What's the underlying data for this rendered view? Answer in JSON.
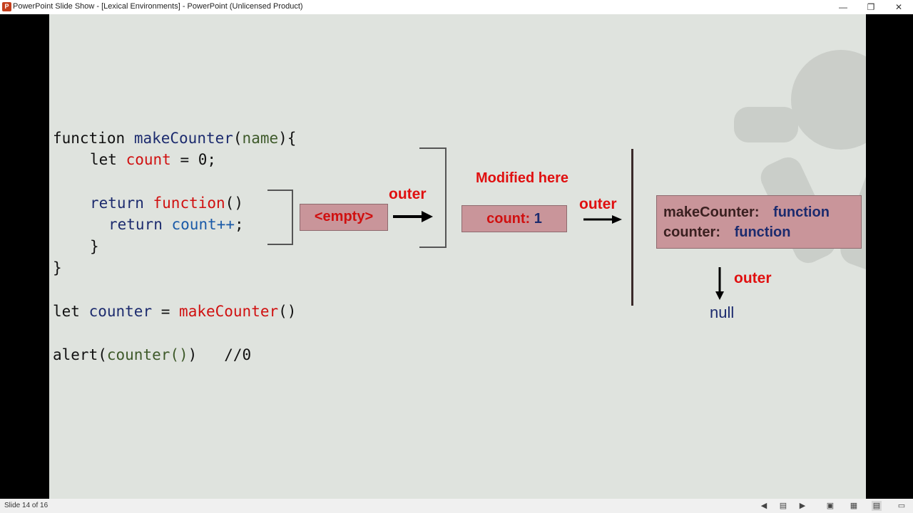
{
  "window": {
    "title": "PowerPoint Slide Show - [Lexical Environments] - PowerPoint (Unlicensed Product)",
    "minimize": "—",
    "restore": "❐",
    "close": "✕"
  },
  "code": {
    "line1": {
      "kw": "function",
      "fn": "makeCounter",
      "p1": "(",
      "arg": "name",
      "p2": "){"
    },
    "line2": {
      "kw": "let",
      "var": "count",
      "rest": " = 0;"
    },
    "line3": {
      "kw": "return",
      "fn": "function",
      "rest": "()"
    },
    "line4": {
      "kw": "return",
      "var": "count++",
      "rest": ";"
    },
    "line5": "}",
    "line6": "}",
    "line7": {
      "kw": "let",
      "var": "counter",
      "eq": " = ",
      "fn": "makeCounter",
      "rest": "()"
    },
    "line8": {
      "fn": "alert",
      "p1": "(",
      "arg": "counter()",
      "p2": ")",
      "comment": "//0"
    }
  },
  "diagram": {
    "empty_box": "<empty>",
    "outer_1": "outer",
    "modified_label": "Modified here",
    "count_key": "count:",
    "count_value": "1",
    "outer_2": "outer",
    "global_row1_key": "makeCounter:",
    "global_row1_value": "function",
    "global_row2_key": "counter:",
    "global_row2_value": "function",
    "outer_3": "outer",
    "null_label": "null"
  },
  "status": {
    "slide_count": "Slide 14 of 16"
  }
}
